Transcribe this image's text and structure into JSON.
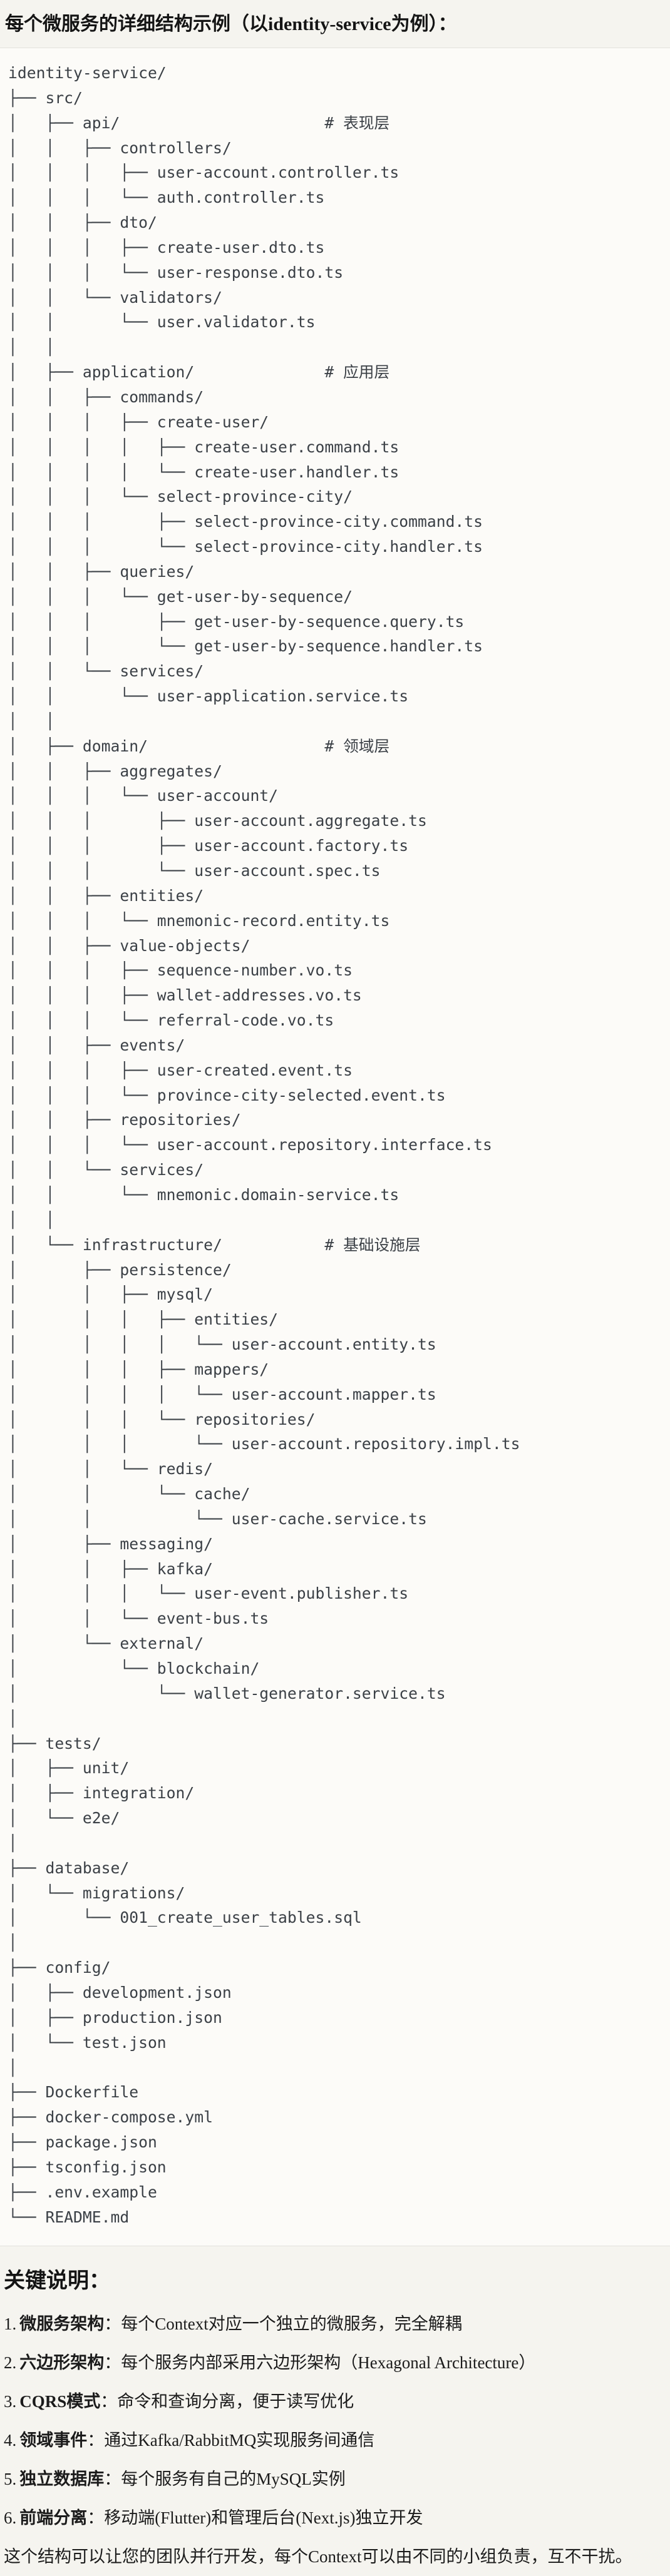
{
  "page": {
    "title": "每个微服务的详细结构示例（以identity-service为例）："
  },
  "tree": {
    "lines": [
      "identity-service/",
      "├── src/",
      "│   ├── api/                      # 表现层",
      "│   │   ├── controllers/",
      "│   │   │   ├── user-account.controller.ts",
      "│   │   │   └── auth.controller.ts",
      "│   │   ├── dto/",
      "│   │   │   ├── create-user.dto.ts",
      "│   │   │   └── user-response.dto.ts",
      "│   │   └── validators/",
      "│   │       └── user.validator.ts",
      "│   │",
      "│   ├── application/              # 应用层",
      "│   │   ├── commands/",
      "│   │   │   ├── create-user/",
      "│   │   │   │   ├── create-user.command.ts",
      "│   │   │   │   └── create-user.handler.ts",
      "│   │   │   └── select-province-city/",
      "│   │   │       ├── select-province-city.command.ts",
      "│   │   │       └── select-province-city.handler.ts",
      "│   │   ├── queries/",
      "│   │   │   └── get-user-by-sequence/",
      "│   │   │       ├── get-user-by-sequence.query.ts",
      "│   │   │       └── get-user-by-sequence.handler.ts",
      "│   │   └── services/",
      "│   │       └── user-application.service.ts",
      "│   │",
      "│   ├── domain/                   # 领域层",
      "│   │   ├── aggregates/",
      "│   │   │   └── user-account/",
      "│   │   │       ├── user-account.aggregate.ts",
      "│   │   │       ├── user-account.factory.ts",
      "│   │   │       └── user-account.spec.ts",
      "│   │   ├── entities/",
      "│   │   │   └── mnemonic-record.entity.ts",
      "│   │   ├── value-objects/",
      "│   │   │   ├── sequence-number.vo.ts",
      "│   │   │   ├── wallet-addresses.vo.ts",
      "│   │   │   └── referral-code.vo.ts",
      "│   │   ├── events/",
      "│   │   │   ├── user-created.event.ts",
      "│   │   │   └── province-city-selected.event.ts",
      "│   │   ├── repositories/",
      "│   │   │   └── user-account.repository.interface.ts",
      "│   │   └── services/",
      "│   │       └── mnemonic.domain-service.ts",
      "│   │",
      "│   └── infrastructure/           # 基础设施层",
      "│       ├── persistence/",
      "│       │   ├── mysql/",
      "│       │   │   ├── entities/",
      "│       │   │   │   └── user-account.entity.ts",
      "│       │   │   ├── mappers/",
      "│       │   │   │   └── user-account.mapper.ts",
      "│       │   │   └── repositories/",
      "│       │   │       └── user-account.repository.impl.ts",
      "│       │   └── redis/",
      "│       │       └── cache/",
      "│       │           └── user-cache.service.ts",
      "│       ├── messaging/",
      "│       │   ├── kafka/",
      "│       │   │   └── user-event.publisher.ts",
      "│       │   └── event-bus.ts",
      "│       └── external/",
      "│           └── blockchain/",
      "│               └── wallet-generator.service.ts",
      "│",
      "├── tests/",
      "│   ├── unit/",
      "│   ├── integration/",
      "│   └── e2e/",
      "│",
      "├── database/",
      "│   └── migrations/",
      "│       └── 001_create_user_tables.sql",
      "│",
      "├── config/",
      "│   ├── development.json",
      "│   ├── production.json",
      "│   └── test.json",
      "│",
      "├── Dockerfile",
      "├── docker-compose.yml",
      "├── package.json",
      "├── tsconfig.json",
      "├── .env.example",
      "└── README.md"
    ]
  },
  "notes": {
    "heading": "关键说明：",
    "items": [
      {
        "num": "1.",
        "term": "微服务架构",
        "colon": "：",
        "desc": "每个Context对应一个独立的微服务，完全解耦"
      },
      {
        "num": "2.",
        "term": "六边形架构",
        "colon": "：",
        "desc": "每个服务内部采用六边形架构（Hexagonal Architecture）"
      },
      {
        "num": "3.",
        "term": "CQRS模式",
        "colon": "：",
        "desc": "命令和查询分离，便于读写优化"
      },
      {
        "num": "4.",
        "term": "领域事件",
        "colon": "：",
        "desc": "通过Kafka/RabbitMQ实现服务间通信"
      },
      {
        "num": "5.",
        "term": "独立数据库",
        "colon": "：",
        "desc": "每个服务有自己的MySQL实例"
      },
      {
        "num": "6.",
        "term": "前端分离",
        "colon": "：",
        "desc": "移动端(Flutter)和管理后台(Next.js)独立开发"
      }
    ],
    "closing": "这个结构可以让您的团队并行开发，每个Context可以由不同的小组负责，互不干扰。"
  }
}
